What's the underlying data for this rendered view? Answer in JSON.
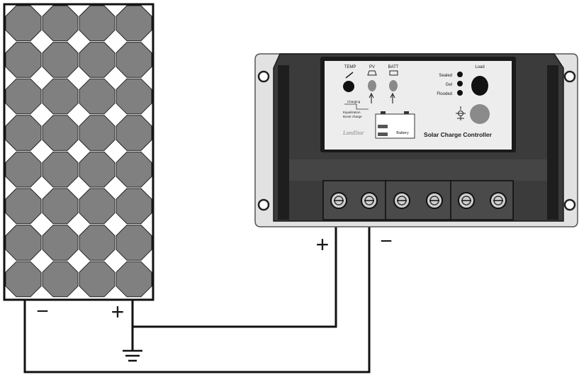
{
  "panel": {
    "minus_label": "−",
    "plus_label": "+"
  },
  "controller": {
    "indicators": {
      "temp_label": "TEMP",
      "pv_label": "PV",
      "batt_label": "BATT",
      "load_label": "Load"
    },
    "battery_types": [
      "Sealed",
      "Gel",
      "Flooded"
    ],
    "legend_line_1": "Charging",
    "legend_line_2": "Equalization",
    "legend_line_3": "Boost charge",
    "battery_word": "Battery",
    "brand": "LandStar",
    "product_name": "Solar Charge Controller",
    "terminal_plus": "+",
    "terminal_minus": "−"
  },
  "colors": {
    "cell": "#808080",
    "panel_frame": "#1a1a1a",
    "controller_body": "#3b3b3b",
    "controller_face": "#ededed",
    "wire": "#111111"
  }
}
